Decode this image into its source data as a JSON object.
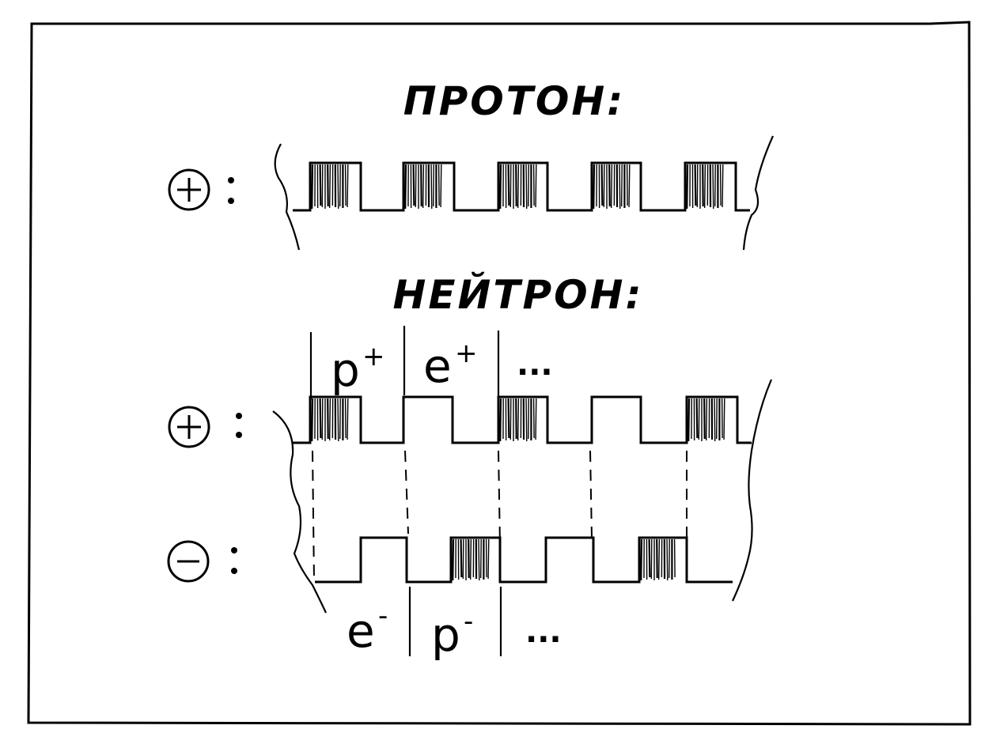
{
  "diagram": {
    "proton_title": "ПРОТОН:",
    "neutron_title": "НЕЙТРОН:",
    "proton_row": {
      "sign": "+",
      "colon": ":"
    },
    "neutron_plus_row": {
      "sign": "+",
      "colon": ":"
    },
    "neutron_minus_row": {
      "sign": "−",
      "colon": ":"
    },
    "top_labels": [
      {
        "base": "p",
        "sup": "+"
      },
      {
        "base": "e",
        "sup": "+"
      },
      {
        "ellipsis": "..."
      }
    ],
    "bottom_labels": [
      {
        "base": "e",
        "sup": "-"
      },
      {
        "base": "p",
        "sup": "-"
      },
      {
        "ellipsis": "..."
      }
    ]
  }
}
